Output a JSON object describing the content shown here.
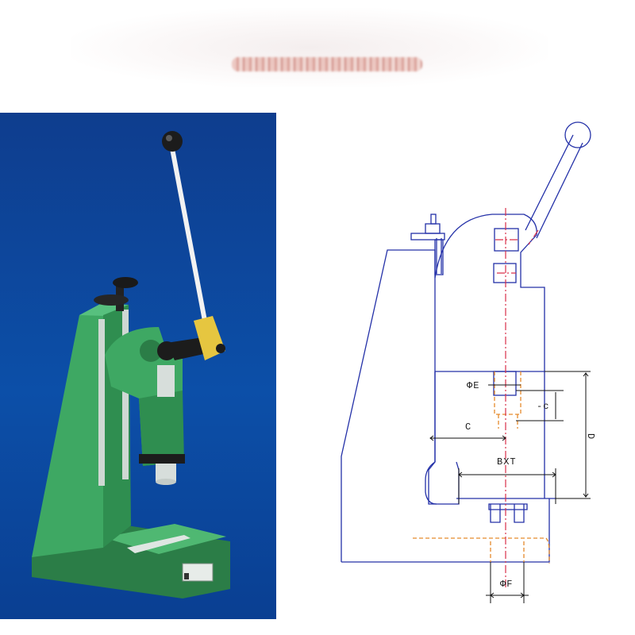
{
  "header": {
    "watermark_text": "Manual Arbor Press"
  },
  "photo": {
    "colors": {
      "background": "#0c4fa8",
      "body": "#3ea863",
      "body_dark": "#2b7d47",
      "handle_joint": "#e6c640",
      "knob": "#1c1c1c"
    }
  },
  "drawing": {
    "labels": {
      "bore_e": "ΦE",
      "stroke_c_small": "-c",
      "throat_c": "C",
      "height_d": "D",
      "slot_bxt": "BXT",
      "bore_f": "ΦF"
    },
    "colors": {
      "outline": "#2431a8",
      "centerline": "#d9304a",
      "hidden": "#e58a2c",
      "dimension": "#111111"
    }
  }
}
